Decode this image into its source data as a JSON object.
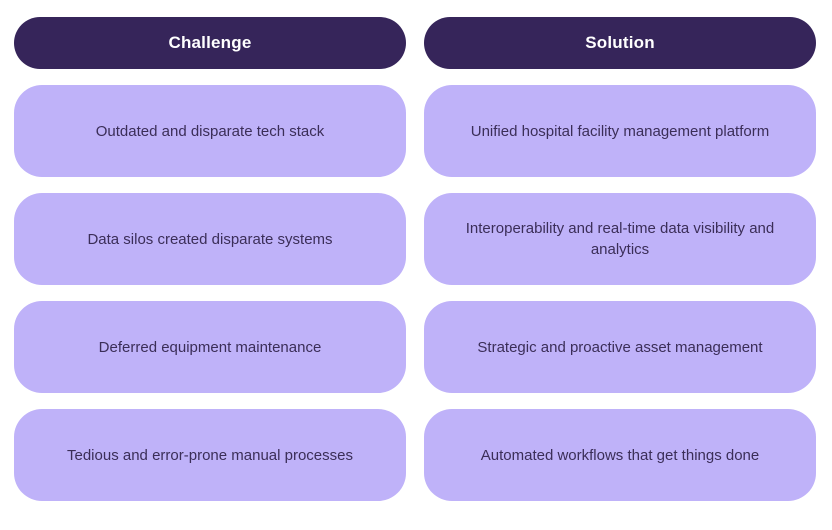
{
  "table": {
    "columns": [
      {
        "header": "Challenge",
        "rows": [
          "Outdated and disparate tech stack",
          "Data silos created disparate systems",
          "Deferred equipment maintenance",
          "Tedious and error-prone manual processes"
        ]
      },
      {
        "header": "Solution",
        "rows": [
          "Unified hospital facility management platform",
          "Interoperability and real-time data visibility and analytics",
          "Strategic and proactive asset management",
          "Automated workflows that get things done"
        ]
      }
    ]
  },
  "colors": {
    "page_bg": "#ffffff",
    "header_bg": "#36255a",
    "header_text": "#ffffff",
    "cell_bg": "#bfb2f9",
    "cell_text": "#3b2e58"
  }
}
